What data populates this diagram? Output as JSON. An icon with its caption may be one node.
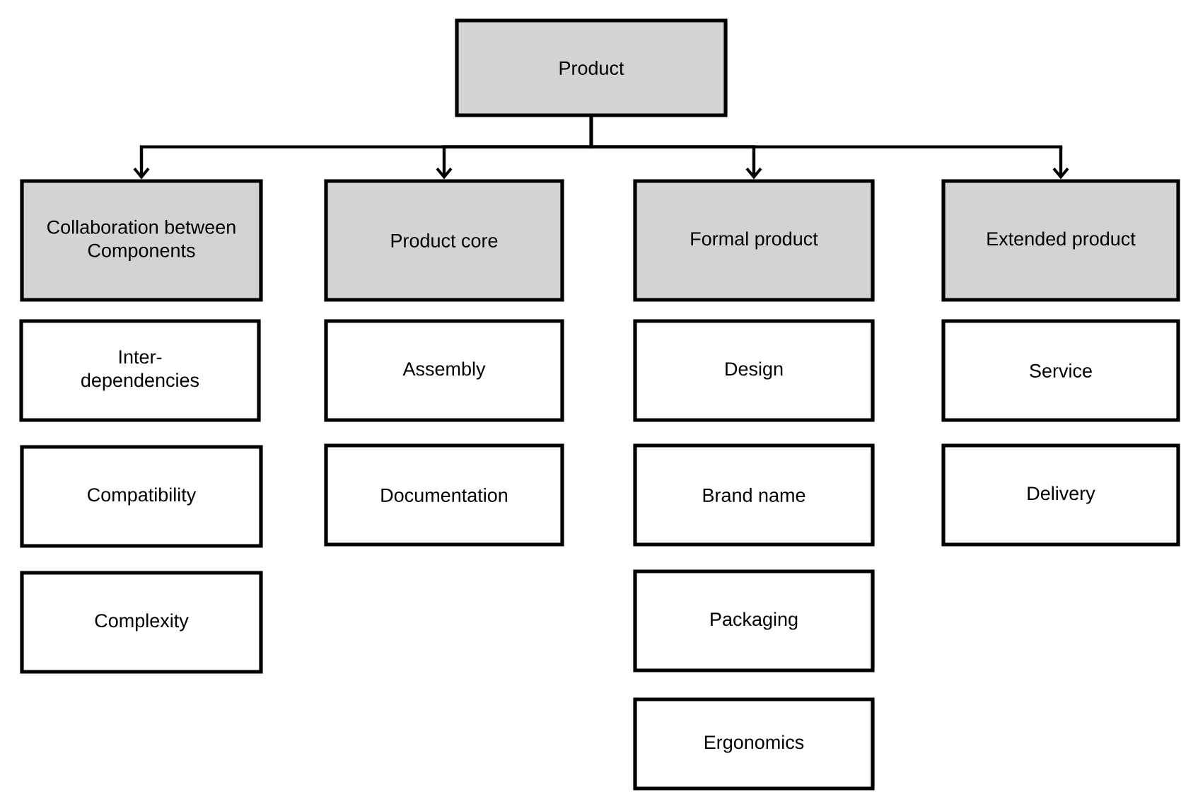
{
  "diagram": {
    "nodes": [
      {
        "text": [
          "Product"
        ]
      },
      {
        "text": [
          "Collaboration between Components"
        ]
      },
      {
        "text": [
          "Product core"
        ]
      },
      {
        "text": [
          "Formal product"
        ]
      },
      {
        "text": [
          "Extended product"
        ]
      },
      {
        "text": [
          "Inter- dependencies"
        ]
      },
      {
        "text": [
          "Compatibility"
        ]
      },
      {
        "text": [
          "Complexity"
        ]
      },
      {
        "text": [
          "Assembly"
        ]
      },
      {
        "text": [
          "Documentation"
        ]
      },
      {
        "text": [
          "Design"
        ]
      },
      {
        "text": [
          "Brand name"
        ]
      },
      {
        "text": [
          "Packaging"
        ]
      },
      {
        "text": [
          "Ergonomics"
        ]
      },
      {
        "text": [
          "Service"
        ]
      },
      {
        "text": [
          "Delivery"
        ]
      }
    ],
    "edges": [
      {
        "from": 0,
        "to": 1,
        "arrow": "to"
      },
      {
        "from": 0,
        "to": 2,
        "arrow": "to"
      },
      {
        "from": 0,
        "to": 3,
        "arrow": "to"
      },
      {
        "from": 0,
        "to": 4,
        "arrow": "to"
      }
    ]
  }
}
